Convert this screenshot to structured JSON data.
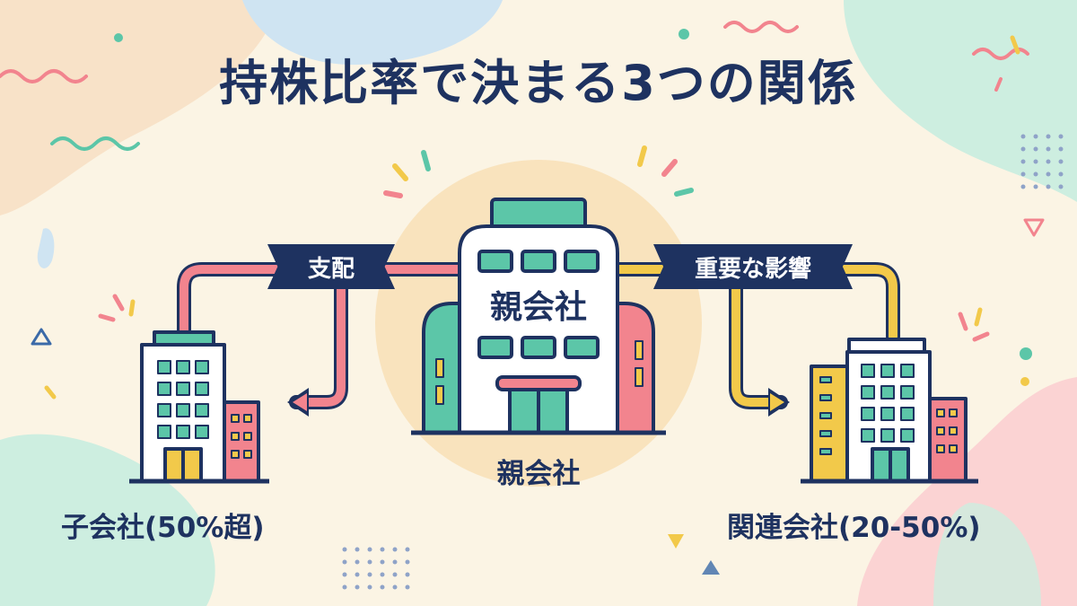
{
  "title": "持株比率で決まる3つの関係",
  "parent": {
    "building_sign": "親会社",
    "caption": "親会社"
  },
  "subsidiary": {
    "caption": "子会社(50%超)",
    "relation_label": "支配"
  },
  "affiliate": {
    "caption": "関連会社(20-50%)",
    "relation_label": "重要な影響"
  },
  "colors": {
    "navy": "#1e3260",
    "teal": "#5cc6a8",
    "pink": "#f2848e",
    "yellow": "#f2c94a",
    "background": "#fbf4e4"
  }
}
